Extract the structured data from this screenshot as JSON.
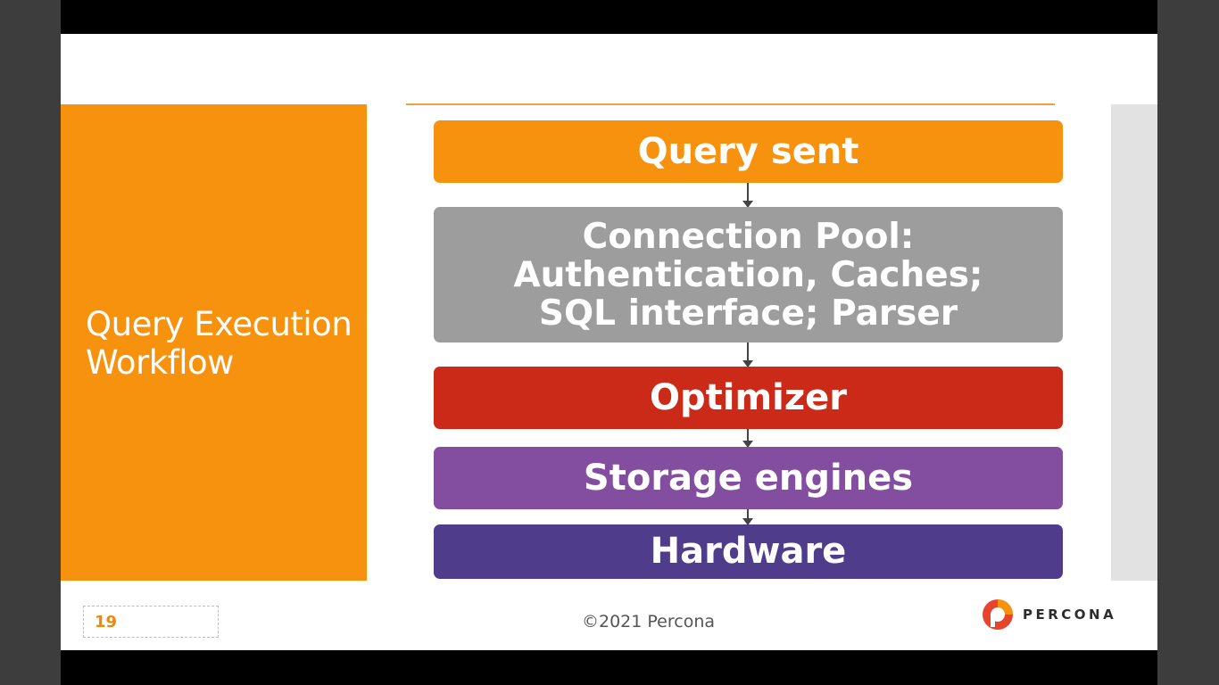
{
  "slide": {
    "title_line1": "Query Execution",
    "title_line2": "Workflow",
    "page_number": "19",
    "copyright": "©2021 Percona",
    "logo_text": "PERCONA"
  },
  "workflow": {
    "steps": [
      {
        "label": "Query sent",
        "color": "#f7920f"
      },
      {
        "lines": [
          "Connection Pool:",
          "Authentication, Caches;",
          "SQL interface; Parser"
        ],
        "color": "#9d9d9d"
      },
      {
        "label": "Optimizer",
        "color": "#cc2a18"
      },
      {
        "label": "Storage engines",
        "color": "#834ea0"
      },
      {
        "label": "Hardware",
        "color": "#4f3d8c"
      }
    ]
  },
  "colors": {
    "brand_orange": "#f7920f",
    "logo_red": "#e8432c",
    "logo_orange": "#f7920f"
  },
  "icons": {
    "logo": "percona-logo-icon",
    "arrow": "arrow-down-icon"
  }
}
